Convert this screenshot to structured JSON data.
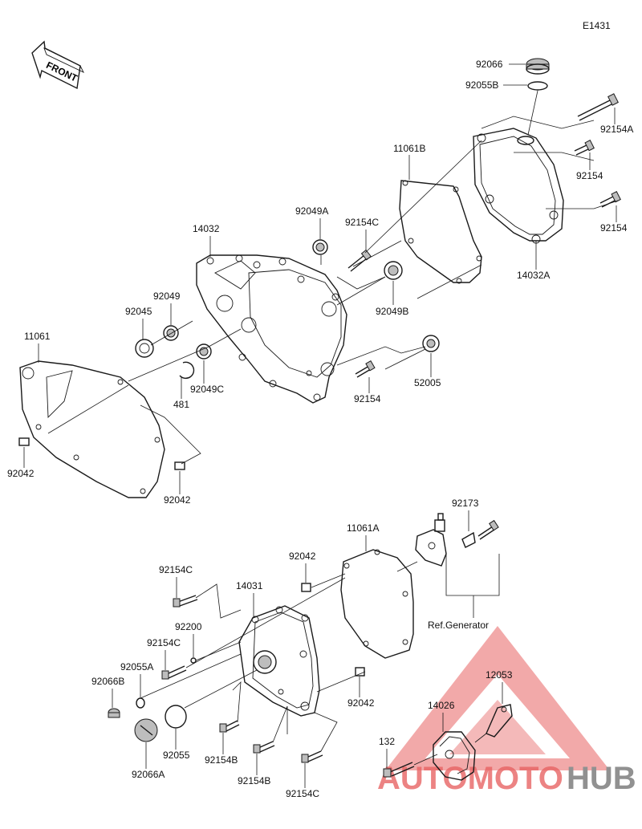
{
  "diagram_code": "E1431",
  "front_label": "FRONT",
  "ref_note": "Ref.Generator",
  "watermark": {
    "left": "AUTOMOTO",
    "right": "HUB",
    "red": "#e03030",
    "gray": "#6d6d6d"
  },
  "parts": {
    "p92066": "92066",
    "p92055B": "92055B",
    "p92154A": "92154A",
    "p11061B": "11061B",
    "p92154_a": "92154",
    "p92154_b": "92154",
    "p92049A": "92049A",
    "p92154C_top": "92154C",
    "p14032": "14032",
    "p14032A": "14032A",
    "p92049": "92049",
    "p92045": "92045",
    "p92049B": "92049B",
    "p11061": "11061",
    "p92049C": "92049C",
    "p481": "481",
    "p52005": "52005",
    "p92154_c": "92154",
    "p92042_a": "92042",
    "p92042_b": "92042",
    "p92173": "92173",
    "p11061A": "11061A",
    "p92042_c": "92042",
    "p92154C_l1": "92154C",
    "p14031": "14031",
    "p92200": "92200",
    "p92154C_l2": "92154C",
    "p92055A": "92055A",
    "p92066B": "92066B",
    "p12053": "12053",
    "p92042_d": "92042",
    "p14026": "14026",
    "p92055": "92055",
    "p92154B_a": "92154B",
    "p132": "132",
    "p92066A": "92066A",
    "p92154B_b": "92154B",
    "p92154C_bot": "92154C"
  }
}
